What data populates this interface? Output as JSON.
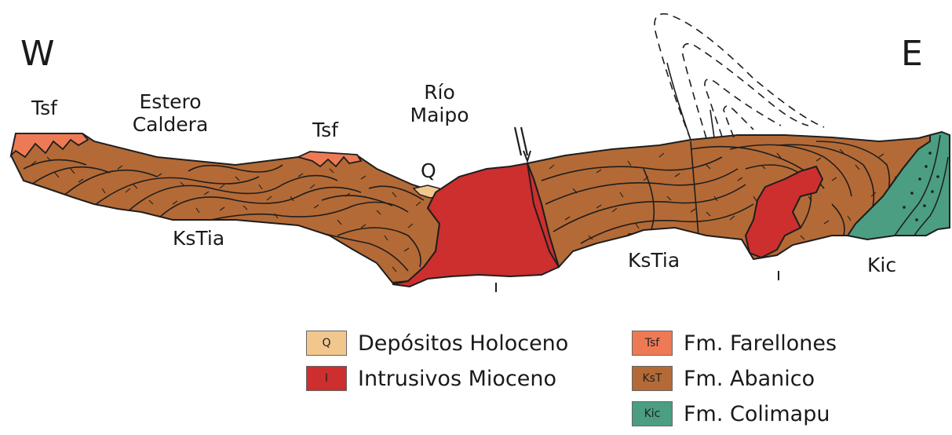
{
  "directions": {
    "west": "W",
    "east": "E"
  },
  "places": {
    "estero_line1": "Estero",
    "estero_line2": "Caldera",
    "rio_line1": "Río",
    "rio_line2": "Maipo"
  },
  "units": {
    "tsf_west": "Tsf",
    "tsf_center": "Tsf",
    "q": "Q",
    "kstia_west": "KsTia",
    "kstia_east": "KsTia",
    "kic": "Kic"
  },
  "colors": {
    "holoceno": "#f2c78e",
    "mioceno": "#cc2f2e",
    "farellones": "#ee7a55",
    "abanico": "#b46a36",
    "colimapu": "#4b9e82"
  },
  "legend": [
    {
      "code": "Q",
      "label": "Depósitos Holoceno",
      "color": "#f2c78e"
    },
    {
      "code": "I",
      "label": "Intrusivos Mioceno",
      "color": "#cc2f2e"
    },
    {
      "code": "Tsf",
      "label": "Fm. Farellones",
      "color": "#ee7a55"
    },
    {
      "code": "KsT",
      "label": "Fm. Abanico",
      "color": "#b46a36"
    },
    {
      "code": "Kic",
      "label": "Fm. Colimapu",
      "color": "#4b9e82"
    }
  ]
}
